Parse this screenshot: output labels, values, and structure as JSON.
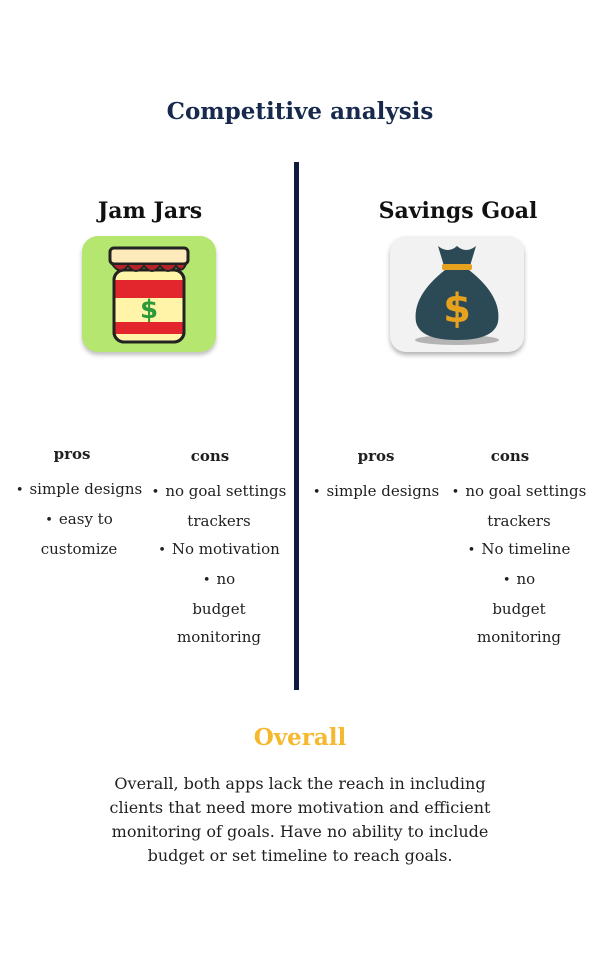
{
  "title": "Competitive analysis",
  "apps": [
    {
      "name": "Jam Jars",
      "icon": "jam-jar-dollar-icon",
      "pros_label": "pros",
      "cons_label": "cons",
      "pros": [
        "simple designs",
        "easy to customize"
      ],
      "cons": [
        "no goal settings trackers",
        "No motivation",
        "no budget monitoring"
      ]
    },
    {
      "name": "Savings Goal",
      "icon": "money-bag-dollar-icon",
      "pros_label": "pros",
      "cons_label": "cons",
      "pros": [
        "simple designs"
      ],
      "cons": [
        "no goal settings trackers",
        "No timeline",
        "no budget monitoring"
      ]
    }
  ],
  "overall": {
    "heading": "Overall",
    "text": "Overall, both apps lack the reach in including clients that need more motivation and efficient monitoring of goals. Have no ability to include budget or set timeline to reach goals."
  },
  "colors": {
    "title": "#17294d",
    "accent": "#f5b82e",
    "divider": "#0f1b3d"
  }
}
